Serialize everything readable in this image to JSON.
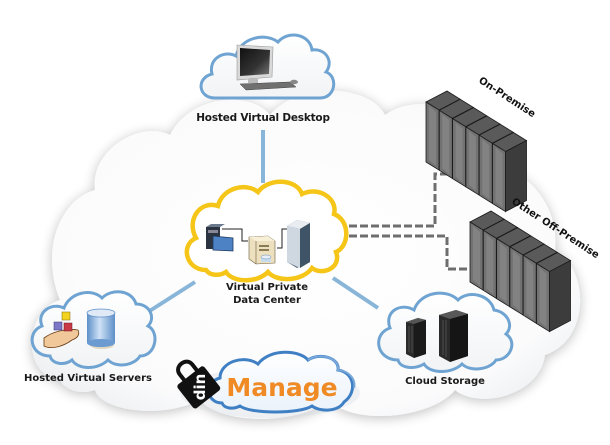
{
  "title": "Cloud Management Architecture",
  "colors": {
    "connector_blue": "#89b6d8",
    "cloud_outline_blue": "#6fa4d2",
    "vpdc_outline_yellow": "#f5c518",
    "dashed_gray": "#6e6e6e",
    "server_dark": "#4a4a4a",
    "manage_orange": "#f08a24",
    "manage_cloud_blue": "#3f7fc4"
  },
  "nodes": {
    "hosted_virtual_desktop": {
      "label": "Hosted Virtual Desktop",
      "icon": "desktop-computer-icon"
    },
    "virtual_private_data_center": {
      "label_line1": "Virtual Private",
      "label_line2": "Data Center",
      "icon": "server-network-icon"
    },
    "hosted_virtual_servers": {
      "label": "Hosted Virtual Servers",
      "icon": "database-hand-icon"
    },
    "cloud_storage": {
      "label": "Cloud Storage",
      "icon": "server-rack-icon"
    },
    "on_premise": {
      "label": "On-Premise",
      "icon": "server-rack-array-icon"
    },
    "other_off_premise": {
      "label": "Other Off-Premise",
      "icon": "server-rack-array-icon"
    }
  },
  "logo": {
    "lock_text": "din",
    "brand_text": "Manage",
    "icon": "padlock-icon"
  }
}
